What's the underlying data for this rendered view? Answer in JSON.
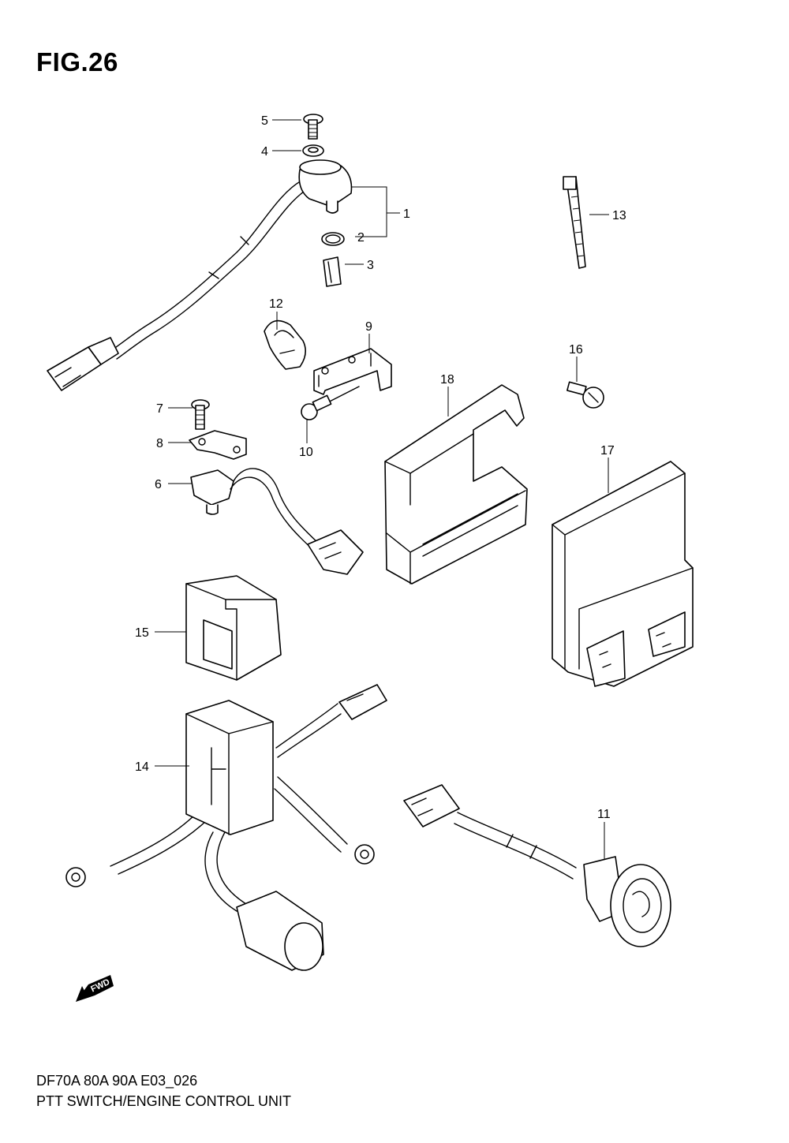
{
  "figure": {
    "title": "FIG.26",
    "model_line": "DF70A 80A 90A E03_026",
    "caption": "PTT SWITCH/ENGINE CONTROL UNIT",
    "direction_badge": "FWD"
  },
  "callouts": [
    "1",
    "2",
    "3",
    "4",
    "5",
    "6",
    "7",
    "8",
    "9",
    "10",
    "11",
    "12",
    "13",
    "14",
    "15",
    "16",
    "17",
    "18"
  ]
}
